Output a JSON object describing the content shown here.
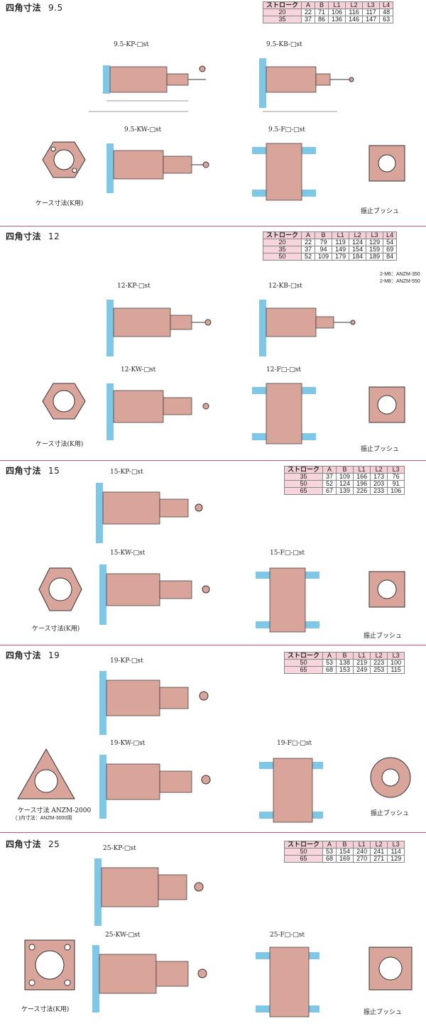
{
  "sections": [
    {
      "title": "四角寸法",
      "size": "9.5",
      "table": {
        "headers": [
          "ストローク",
          "A",
          "B",
          "L1",
          "L2",
          "L3",
          "L4"
        ],
        "rows": [
          [
            "20",
            "22",
            "71",
            "106",
            "116",
            "117",
            "48"
          ],
          [
            "35",
            "37",
            "86",
            "136",
            "146",
            "147",
            "63"
          ]
        ]
      },
      "drawings": [
        "9.5-KP-□st",
        "9.5-KB-□st",
        "9.5-KW-□st",
        "9.5-F□-□st"
      ],
      "captions": [
        "ケース寸法(K用)",
        "振止ブッシュ"
      ]
    },
    {
      "title": "四角寸法",
      "size": "12",
      "table": {
        "headers": [
          "ストローク",
          "A",
          "B",
          "L1",
          "L2",
          "L3",
          "L4"
        ],
        "rows": [
          [
            "20",
            "22",
            "79",
            "119",
            "124",
            "129",
            "54"
          ],
          [
            "35",
            "37",
            "94",
            "149",
            "154",
            "159",
            "69"
          ],
          [
            "50",
            "52",
            "109",
            "179",
            "184",
            "189",
            "84"
          ]
        ]
      },
      "notes": [
        "2-M6：ANZM-350",
        "2-M8：ANZM-550"
      ],
      "drawings": [
        "12-KP-□st",
        "12-KB-□st",
        "12-KW-□st",
        "12-F□-□st"
      ],
      "captions": [
        "ケース寸法(K用)",
        "振止ブッシュ"
      ]
    },
    {
      "title": "四角寸法",
      "size": "15",
      "table": {
        "headers": [
          "ストローク",
          "A",
          "B",
          "L1",
          "L2",
          "L3"
        ],
        "rows": [
          [
            "35",
            "37",
            "109",
            "166",
            "173",
            "76"
          ],
          [
            "50",
            "52",
            "124",
            "196",
            "203",
            "91"
          ],
          [
            "65",
            "67",
            "139",
            "226",
            "233",
            "106"
          ]
        ]
      },
      "drawings": [
        "15-KP-□st",
        "15-KW-□st",
        "15-F□-□st"
      ],
      "captions": [
        "ケース寸法(K用)",
        "振止ブッシュ"
      ]
    },
    {
      "title": "四角寸法",
      "size": "19",
      "table": {
        "headers": [
          "ストローク",
          "A",
          "B",
          "L1",
          "L2",
          "L3"
        ],
        "rows": [
          [
            "50",
            "53",
            "138",
            "219",
            "223",
            "100"
          ],
          [
            "65",
            "68",
            "153",
            "249",
            "253",
            "115"
          ]
        ]
      },
      "drawings": [
        "19-KP-□st",
        "19-KW-□st",
        "19-F□-□st"
      ],
      "captions": [
        "ケース寸法 ANZM-2000",
        "( )内寸法：ANZM-3000用",
        "振止ブッシュ"
      ]
    },
    {
      "title": "四角寸法",
      "size": "25",
      "table": {
        "headers": [
          "ストローク",
          "A",
          "B",
          "L1",
          "L2",
          "L3"
        ],
        "rows": [
          [
            "50",
            "53",
            "154",
            "240",
            "241",
            "114"
          ],
          [
            "65",
            "68",
            "169",
            "270",
            "271",
            "129"
          ]
        ]
      },
      "drawings": [
        "25-KP-□st",
        "25-KW-□st",
        "25-F□-□st"
      ],
      "captions": [
        "ケース寸法(K用)",
        "振止ブッシュ"
      ]
    }
  ],
  "colors": {
    "body": "#d9a49a",
    "blue": "#7fc7e6",
    "divider": "#c7567e",
    "header": "#f3cfd6"
  }
}
